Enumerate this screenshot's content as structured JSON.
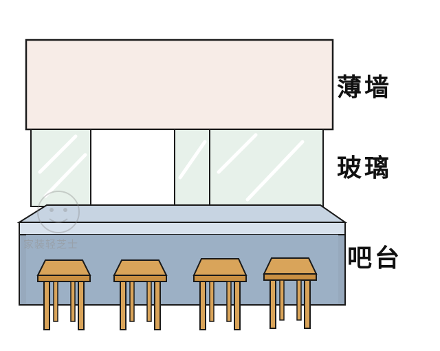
{
  "labels": {
    "thin_wall": "薄墙",
    "glass": "玻璃",
    "bar_counter": "吧台"
  },
  "watermark": "家装轻芝士",
  "colors": {
    "wall_fill": "#f7ece7",
    "glass_fill": "#e7f1ea",
    "counter_top": "#c7d4e2",
    "counter_front": "#97a9bd",
    "stool_wood": "#d9a45a",
    "outline": "#1a1a1a"
  },
  "stool_count": 4
}
